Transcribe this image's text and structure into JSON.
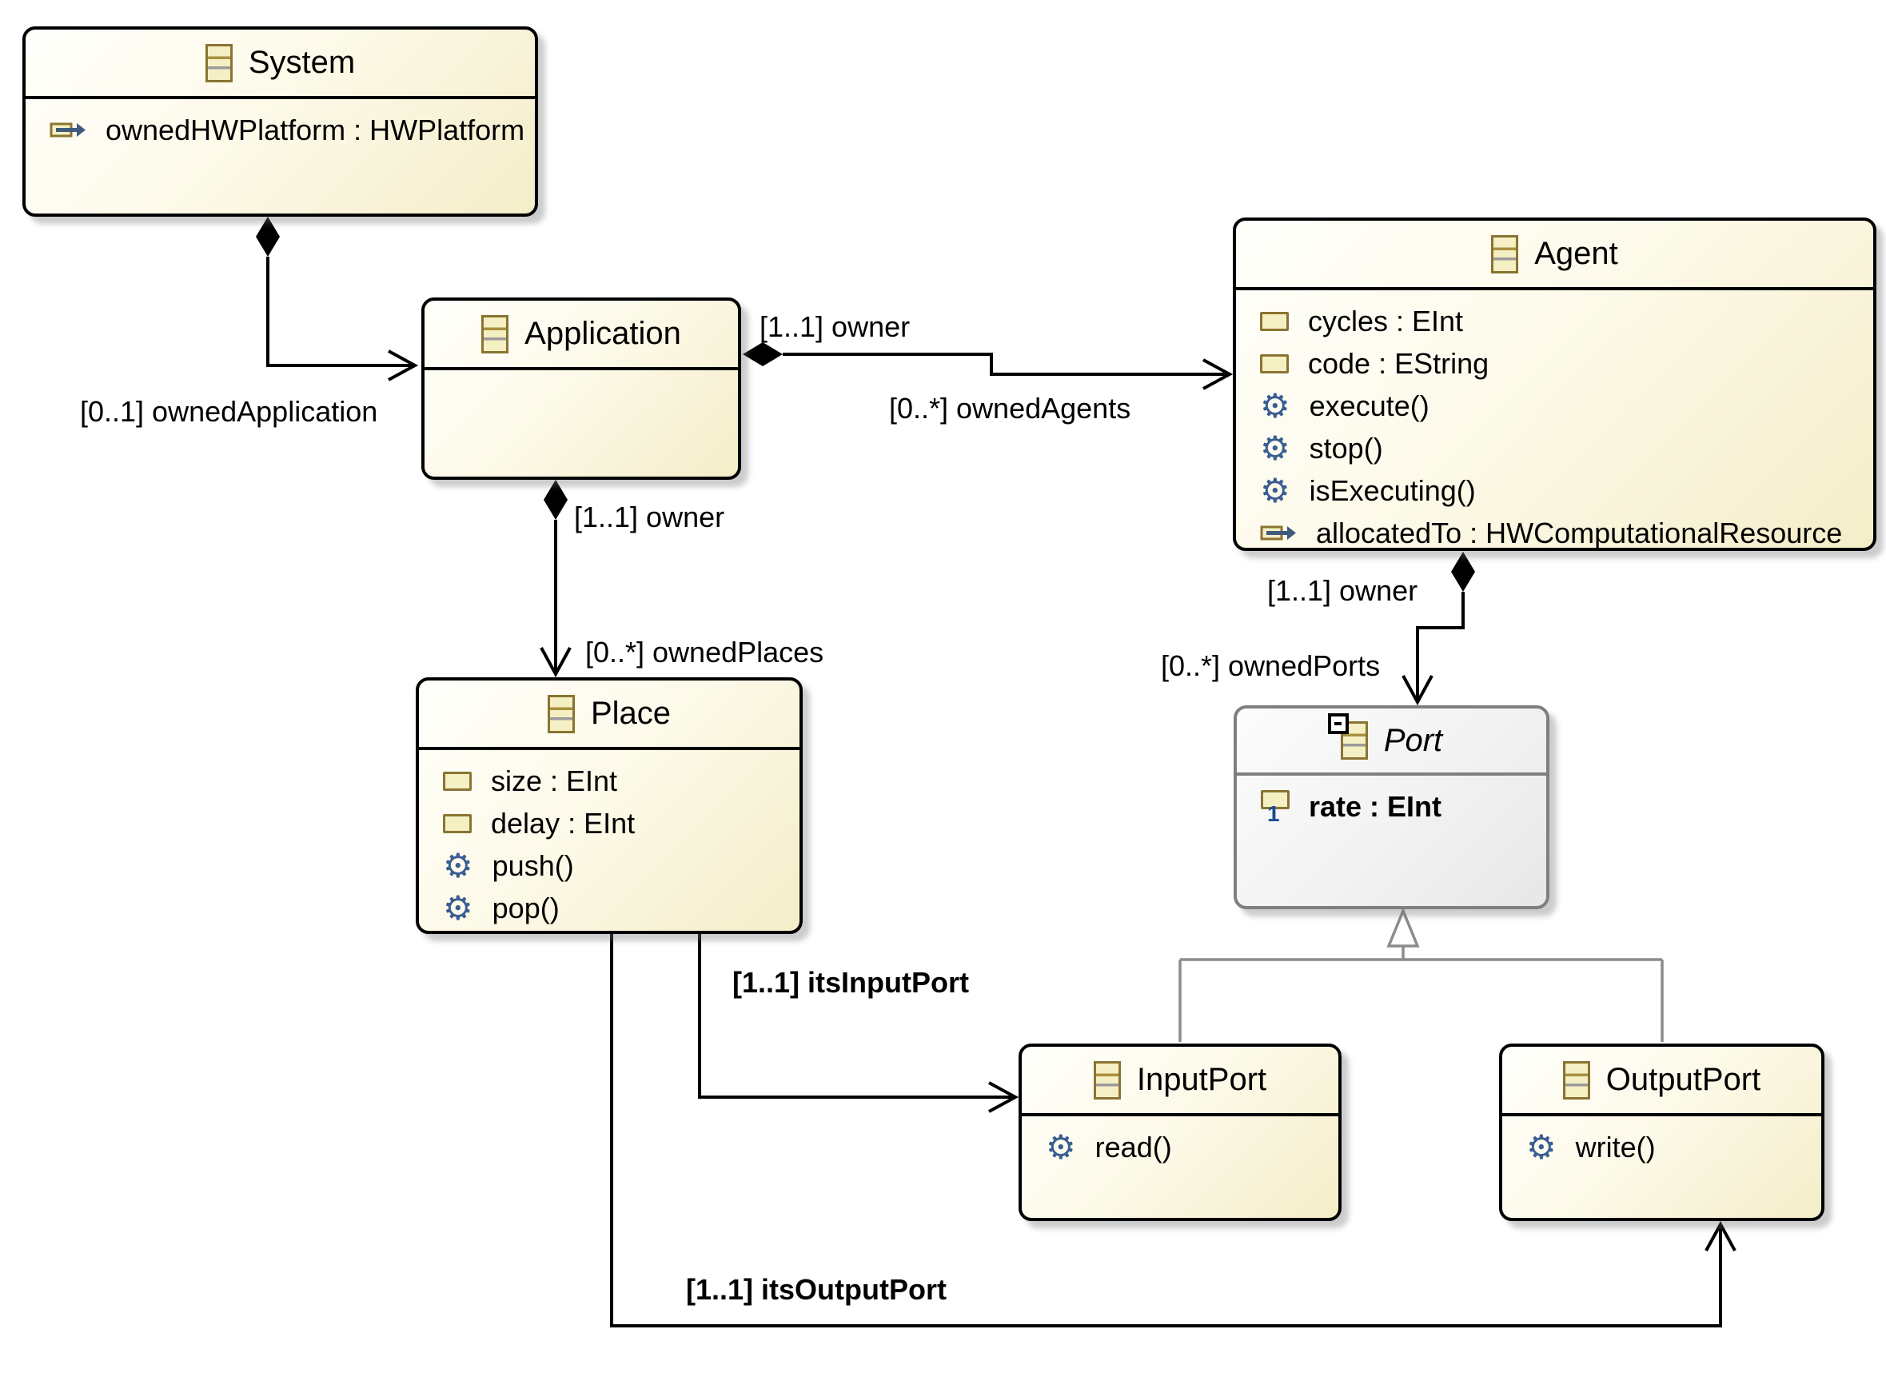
{
  "diagram_type": "ecore-class-diagram",
  "colors": {
    "class_fill": "#FDF9E6",
    "class_border": "#000000",
    "abstract_fill": "#EFEFEF",
    "abstract_border": "#7F7F7F",
    "edge": "#000000",
    "generalization": "#8C8C8C",
    "operation_icon": "#3B5E92",
    "field_icon_border": "#8A7430",
    "multiplicity_badge": "#1C4A93"
  },
  "classes": {
    "system": {
      "title": "System",
      "members": [
        {
          "kind": "reference",
          "label": "ownedHWPlatform : HWPlatform"
        }
      ]
    },
    "application": {
      "title": "Application",
      "members": []
    },
    "agent": {
      "title": "Agent",
      "members": [
        {
          "kind": "attribute",
          "label": "cycles : EInt"
        },
        {
          "kind": "attribute",
          "label": "code : EString"
        },
        {
          "kind": "operation",
          "label": "execute()"
        },
        {
          "kind": "operation",
          "label": "stop()"
        },
        {
          "kind": "operation",
          "label": "isExecuting()"
        },
        {
          "kind": "reference",
          "label": "allocatedTo : HWComputationalResource"
        }
      ]
    },
    "place": {
      "title": "Place",
      "members": [
        {
          "kind": "attribute",
          "label": "size : EInt"
        },
        {
          "kind": "attribute",
          "label": "delay : EInt"
        },
        {
          "kind": "operation",
          "label": "push()"
        },
        {
          "kind": "operation",
          "label": "pop()"
        }
      ]
    },
    "port": {
      "title": "Port",
      "abstract": true,
      "members": [
        {
          "kind": "attribute-1",
          "label": "rate : EInt"
        }
      ]
    },
    "inputPort": {
      "title": "InputPort",
      "members": [
        {
          "kind": "operation",
          "label": "read()"
        }
      ]
    },
    "outputPort": {
      "title": "OutputPort",
      "members": [
        {
          "kind": "operation",
          "label": "write()"
        }
      ]
    }
  },
  "edge_labels": {
    "ownedApplication": "[0..1] ownedApplication",
    "ownerAgent": "[1..1] owner",
    "ownedAgents": "[0..*] ownedAgents",
    "ownerPlace": "[1..1] owner",
    "ownedPlaces": "[0..*] ownedPlaces",
    "ownerPort": "[1..1] owner",
    "ownedPorts": "[0..*] ownedPorts",
    "itsInputPort": "[1..1] itsInputPort",
    "itsOutputPort": "[1..1] itsOutputPort"
  }
}
